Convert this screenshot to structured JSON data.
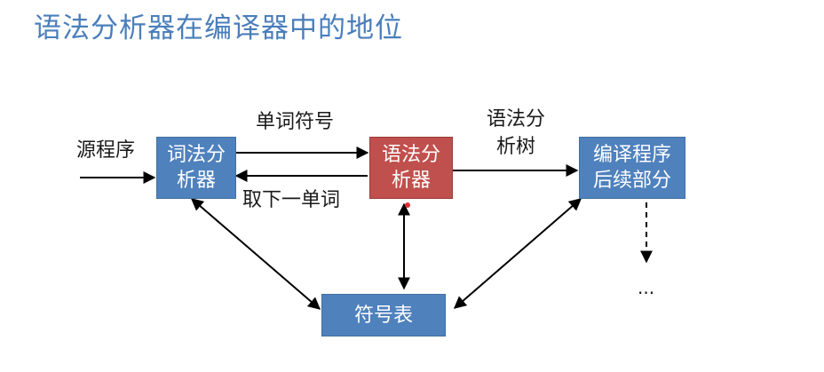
{
  "title": "语法分析器在编译器中的地位",
  "boxes": {
    "lexer": {
      "line1": "词法分",
      "line2": "析器"
    },
    "parser": {
      "line1": "语法分",
      "line2": "析器"
    },
    "backend": {
      "line1": "编译程序",
      "line2": "后续部分"
    },
    "symtab": {
      "text": "符号表"
    }
  },
  "labels": {
    "source": "源程序",
    "token": "单词符号",
    "next_token": "取下一单词",
    "parse_tree_1": "语法分",
    "parse_tree_2": "析树",
    "ellipsis": "..."
  },
  "colors": {
    "title": "#4a7ebb",
    "box_blue": "#4f81bd",
    "box_red": "#c0504d",
    "arrow": "#000000"
  }
}
